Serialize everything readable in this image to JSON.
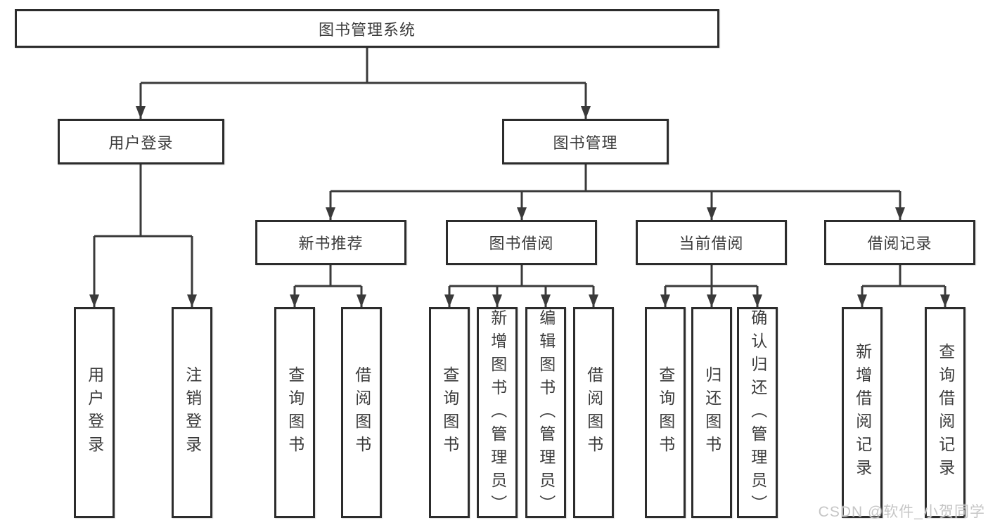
{
  "diagram": {
    "type": "hierarchy-tree",
    "root_id": "system"
  },
  "style": {
    "line_color": "#3a3a3a",
    "border_color": "#2c2c2c",
    "text_color": "#3c3c3c",
    "background": "#ffffff"
  },
  "watermark": {
    "text": "CSDN @软件_小贺同学",
    "color": "#c6c6c6"
  },
  "nodes": [
    {
      "id": "system",
      "label": "图书管理系统",
      "level": 1,
      "parent": null
    },
    {
      "id": "user-login-branch",
      "label": "用户登录",
      "level": 2,
      "parent": "system"
    },
    {
      "id": "book-management",
      "label": "图书管理",
      "level": 2,
      "parent": "system"
    },
    {
      "id": "new-book-recommend",
      "label": "新书推荐",
      "level": 3,
      "parent": "book-management"
    },
    {
      "id": "book-borrowing",
      "label": "图书借阅",
      "level": 3,
      "parent": "book-management"
    },
    {
      "id": "current-borrowing",
      "label": "当前借阅",
      "level": 3,
      "parent": "book-management"
    },
    {
      "id": "borrowing-records",
      "label": "借阅记录",
      "level": 3,
      "parent": "book-management"
    },
    {
      "id": "user-login",
      "label": "用户登录",
      "level": 4,
      "parent": "user-login-branch"
    },
    {
      "id": "logout",
      "label": "注销登录",
      "level": 4,
      "parent": "user-login-branch"
    },
    {
      "id": "query-books-1",
      "label": "查询图书",
      "level": 4,
      "parent": "new-book-recommend"
    },
    {
      "id": "borrow-books-1",
      "label": "借阅图书",
      "level": 4,
      "parent": "new-book-recommend"
    },
    {
      "id": "query-books-2",
      "label": "查询图书",
      "level": 4,
      "parent": "book-borrowing"
    },
    {
      "id": "add-book-admin",
      "label": "新增图书（管理员）",
      "level": 4,
      "parent": "book-borrowing"
    },
    {
      "id": "edit-book-admin",
      "label": "编辑图书（管理员）",
      "level": 4,
      "parent": "book-borrowing"
    },
    {
      "id": "borrow-books-2",
      "label": "借阅图书",
      "level": 4,
      "parent": "book-borrowing"
    },
    {
      "id": "query-books-3",
      "label": "查询图书",
      "level": 4,
      "parent": "current-borrowing"
    },
    {
      "id": "return-books",
      "label": "归还图书",
      "level": 4,
      "parent": "current-borrowing"
    },
    {
      "id": "confirm-return-admin",
      "label": "确认归还（管理员）",
      "level": 4,
      "parent": "current-borrowing"
    },
    {
      "id": "add-borrow-record",
      "label": "新增借阅记录",
      "level": 4,
      "parent": "borrowing-records"
    },
    {
      "id": "query-borrow-record",
      "label": "查询借阅记录",
      "level": 4,
      "parent": "borrowing-records"
    }
  ]
}
